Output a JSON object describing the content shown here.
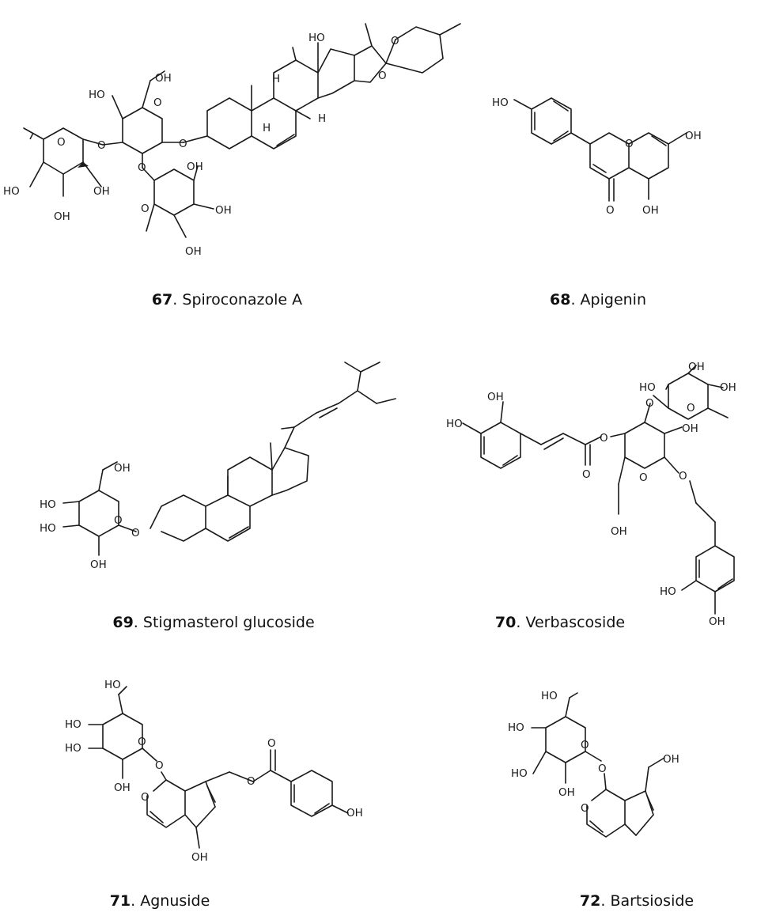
{
  "figure": {
    "compounds": [
      {
        "number": "67",
        "name": "Spiroconazole A"
      },
      {
        "number": "68",
        "name": "Apigenin"
      },
      {
        "number": "69",
        "name": "Stigmasterol glucoside"
      },
      {
        "number": "70",
        "name": "Verbascoside"
      },
      {
        "number": "71",
        "name": "Agnuside"
      },
      {
        "number": "72",
        "name": "Bartsioside"
      }
    ],
    "atom_labels": {
      "oh": "OH",
      "ho": "HO",
      "o": "O",
      "h": "H"
    }
  }
}
